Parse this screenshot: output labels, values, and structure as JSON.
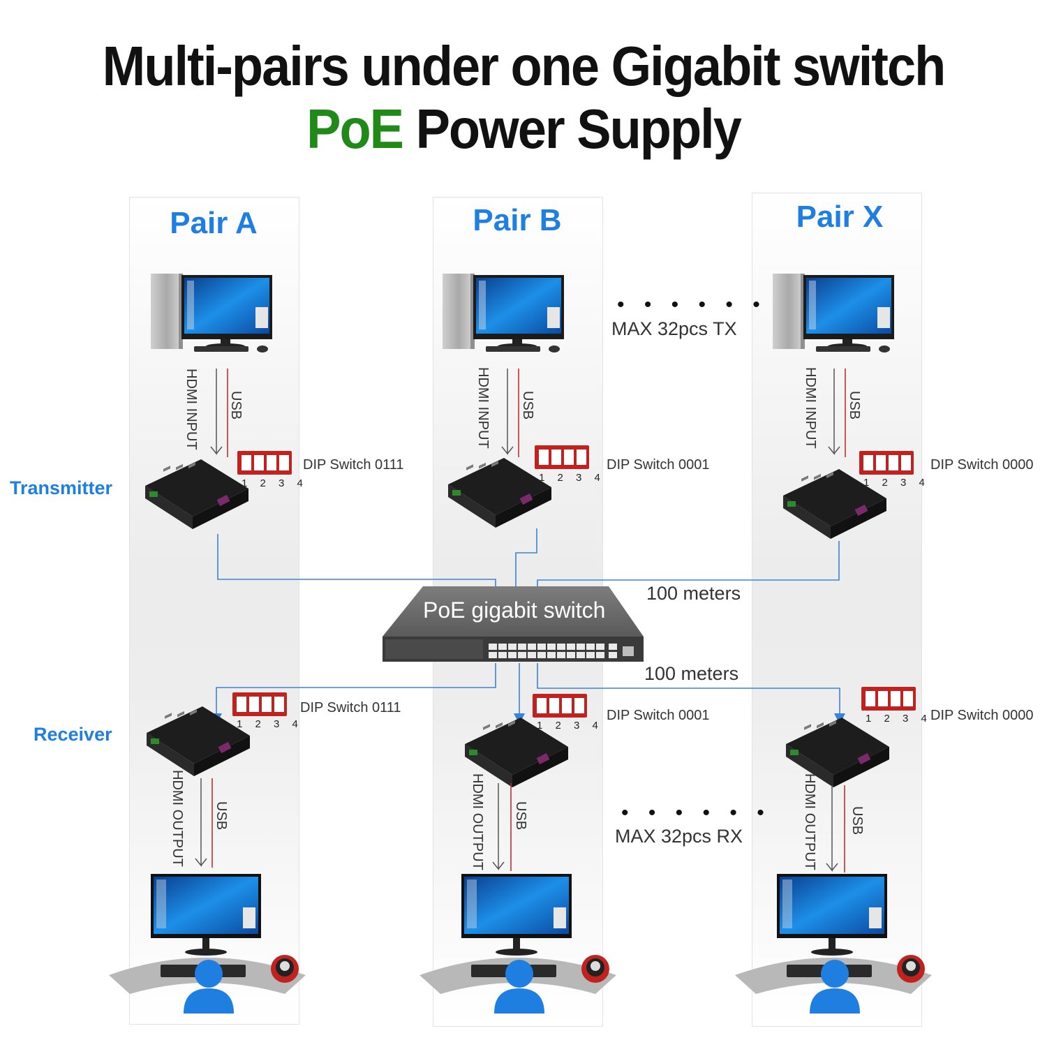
{
  "title": {
    "line1": "Multi-pairs under one Gigabit switch",
    "line2_highlight": "PoE",
    "line2_rest": "Power Supply"
  },
  "colors": {
    "accent_blue": "#1e7fe0",
    "poe_green": "#1f8a17",
    "usb_red": "#c0221f",
    "dip_red": "#c0221f",
    "cable_blue": "#3b83d6"
  },
  "side_labels": {
    "transmitter": "Transmitter",
    "receiver": "Receiver"
  },
  "pairs": [
    {
      "name": "Pair A",
      "tx_dip": "DIP Switch 0111",
      "rx_dip": "DIP Switch 0111"
    },
    {
      "name": "Pair B",
      "tx_dip": "DIP Switch 0001",
      "rx_dip": "DIP Switch 0001"
    },
    {
      "name": "Pair X",
      "tx_dip": "DIP Switch 0000",
      "rx_dip": "DIP Switch 0000"
    }
  ],
  "tx_cables": {
    "hdmi": "HDMI INPUT",
    "usb": "USB"
  },
  "rx_cables": {
    "hdmi": "HDMI OUTPUT",
    "usb": "USB"
  },
  "dip_numbers": "1 2 3 4",
  "dots": "• • • • • •",
  "max_tx": "MAX 32pcs TX",
  "max_rx": "MAX 32pcs RX",
  "switch_label": "PoE gigabit switch",
  "distance_top": "100 meters",
  "distance_bottom": "100 meters",
  "icons": [
    "desktop-pc-icon",
    "extender-box-icon",
    "dip-switch-icon",
    "poe-switch-icon",
    "monitor-icon",
    "keyboard-icon",
    "mouse-icon",
    "user-icon"
  ]
}
